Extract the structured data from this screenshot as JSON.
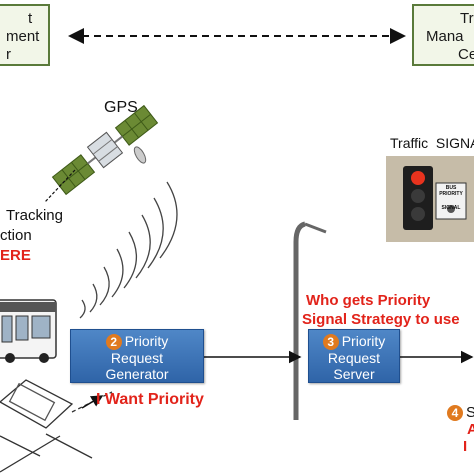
{
  "left_center": {
    "lines": [
      "t",
      "ment",
      "r"
    ]
  },
  "right_center": {
    "lines": [
      "Tr",
      "Mana",
      "Ce"
    ]
  },
  "gps_label": "GPS",
  "tracking": {
    "line1": "Tracking",
    "line2": "ction",
    "line3": "ERE"
  },
  "traffic_label": "Traffic  SIGNA",
  "signal_sign": {
    "line1": "BUS",
    "line2": "PRIORITY",
    "line3": "SIGNAL"
  },
  "box2": {
    "number": "2",
    "lines": [
      "Priority",
      "Request",
      "Generator"
    ]
  },
  "box3": {
    "number": "3",
    "lines": [
      "Priority",
      "Request",
      "Server"
    ]
  },
  "who_gets": {
    "line1": "Who gets Priority",
    "line2": "Signal Strategy to use"
  },
  "i_want": "I Want Priority",
  "step4": {
    "number": "4",
    "line1": "S",
    "line2": "A",
    "line3": "I"
  },
  "colors": {
    "red_text": "#e2231a",
    "box_blue": "#3a70b5",
    "step_orange": "#e07a1f"
  }
}
